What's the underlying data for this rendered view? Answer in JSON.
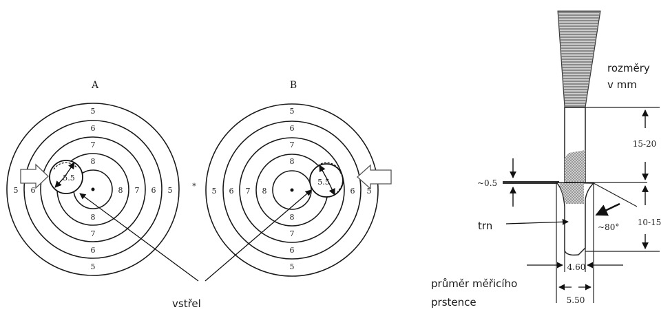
{
  "targets": {
    "a": {
      "label": "A",
      "ring_scores": [
        "5",
        "6",
        "7",
        "8"
      ],
      "side_scores_left": [
        "5",
        "6"
      ],
      "side_scores_right": [
        "8",
        "7",
        "6",
        "5"
      ],
      "hit_value": "5.5"
    },
    "b": {
      "label": "B",
      "ring_scores": [
        "5",
        "6",
        "7",
        "8"
      ],
      "side_scores_left": [
        "5",
        "6",
        "7",
        "8"
      ],
      "side_scores_right": [
        "6",
        "5"
      ],
      "hit_value": "5.5"
    },
    "separator": "*"
  },
  "vstrel_label": "vstřel",
  "gauge": {
    "units_line1": "rozměry",
    "units_line2": "v mm",
    "dim_upper": "15-20",
    "dim_flange": "~0.5",
    "dim_lower": "10-15",
    "angle": "~80°",
    "trn_label": "trn",
    "dia_inner": "4.60",
    "dia_outer": "5.50",
    "ring_label_line1": "průměr měřicího",
    "ring_label_line2": "prstence"
  }
}
